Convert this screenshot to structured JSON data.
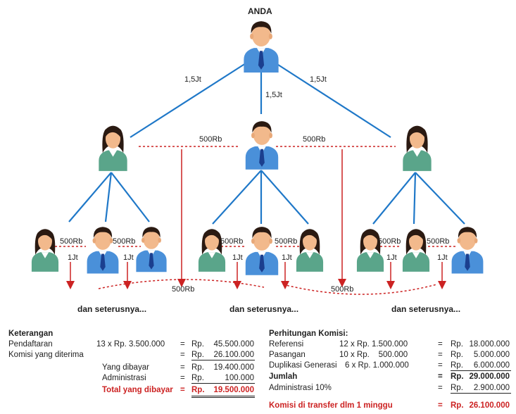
{
  "title": "ANDA",
  "labels": {
    "top_left": "1,5Jt",
    "top_mid": "1,5Jt",
    "top_right": "1,5Jt",
    "mid_left": "500Rb",
    "mid_right": "500Rb",
    "g1_left": "500Rb",
    "g1_right": "500Rb",
    "g1_a": "1Jt",
    "g1_b": "1Jt",
    "g2_left": "500Rb",
    "g2_right": "500Rb",
    "g2_a": "1Jt",
    "g2_b": "1Jt",
    "g3_left": "500Rb",
    "g3_right": "500Rb",
    "g3_a": "1Jt",
    "g3_b": "1Jt",
    "bottom_left": "500Rb",
    "bottom_right": "500Rb"
  },
  "continuation": [
    "dan seterusnya...",
    "dan seterusnya...",
    "dan seterusnya..."
  ],
  "colors": {
    "line_blue": "#1f78c8",
    "dashed_red": "#cc2222",
    "shirt_blue": "#4a90d9",
    "shirt_green": "#5aa58a",
    "hair": "#2b1a12",
    "skin": "#f2b98c"
  },
  "keterangan": {
    "heading": "Keterangan",
    "pendaftaran_label": "Pendaftaran",
    "pendaftaran_calc": "13 x Rp. 3.500.000",
    "pendaftaran_eq": "=",
    "pendaftaran_rp": "Rp.",
    "pendaftaran_val": "45.500.000",
    "komisi_label": "Komisi yang diterima",
    "komisi_eq": "=",
    "komisi_rp": "Rp.",
    "komisi_val": "26.100.000",
    "dibayar_label": "Yang dibayar",
    "dibayar_eq": "=",
    "dibayar_rp": "Rp.",
    "dibayar_val": "19.400.000",
    "admin_label": "Administrasi",
    "admin_eq": "=",
    "admin_rp": "Rp.",
    "admin_val": "100.000",
    "total_label": "Total yang dibayar",
    "total_eq": "=",
    "total_rp": "Rp.",
    "total_val": "19.500.000"
  },
  "perhitungan": {
    "heading": "Perhitungan Komisi:",
    "ref_label": "Referensi",
    "ref_calc": "12 x Rp. 1.500.000",
    "ref_eq": "=",
    "ref_rp": "Rp.",
    "ref_val": "18.000.000",
    "pas_label": "Pasangan",
    "pas_calc": "10 x Rp.    500.000",
    "pas_eq": "=",
    "pas_rp": "Rp.",
    "pas_val": "5.000.000",
    "dup_label": "Duplikasi Generasi",
    "dup_calc": "6 x Rp. 1.000.000",
    "dup_eq": "=",
    "dup_rp": "Rp.",
    "dup_val": "6.000.000",
    "jumlah_label": "Jumlah",
    "jumlah_eq": "=",
    "jumlah_rp": "Rp.",
    "jumlah_val": "29.000.000",
    "admin_label": "Administrasi 10%",
    "admin_eq": "=",
    "admin_rp": "Rp.",
    "admin_val": "2.900.000",
    "transfer_label": "Komisi di transfer dlm 1 minggu",
    "transfer_eq": "=",
    "transfer_rp": "Rp.",
    "transfer_val": "26.100.000"
  }
}
